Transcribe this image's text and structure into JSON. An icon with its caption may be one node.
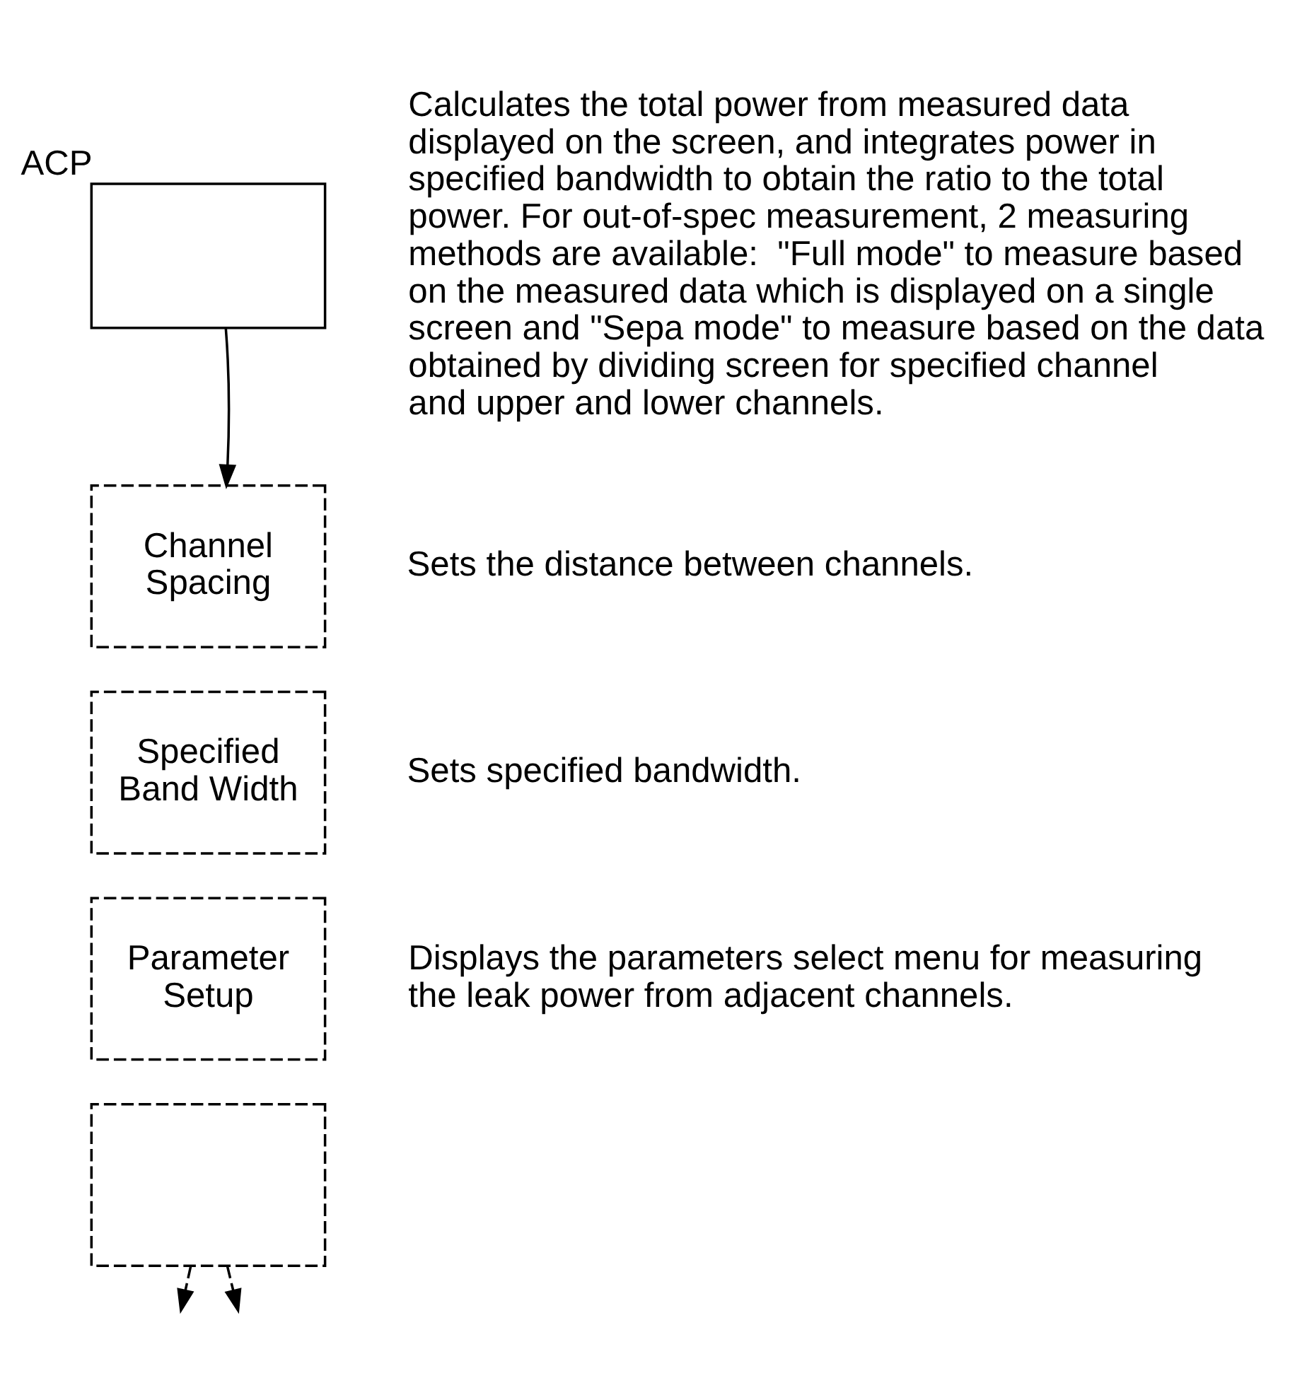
{
  "diagram": {
    "nodes": [
      {
        "text": [
          "ACP"
        ],
        "beside": [
          "Calculates the total power from measured data displayed on the screen, and integrates power in specified bandwidth to obtain the ratio to the total power. For out-of-spec measurement, 2 measuring methods are available:  \"Full mode\" to measure based on the measured data which is displayed on a single screen and \"Sepa mode\" to measure based on the data obtained by dividing screen for specified channel and upper and lower channels."
        ]
      },
      {
        "text": [
          "Channel Spacing"
        ],
        "beside": [
          "Sets the distance between channels."
        ]
      },
      {
        "text": [
          "Specified Band Width"
        ],
        "beside": [
          "Sets specified bandwidth."
        ]
      },
      {
        "text": [
          "Parameter Setup"
        ],
        "beside": [
          "Displays the parameters select menu for measuring the leak power from adjacent channels."
        ]
      },
      {
        "text": [],
        "shape": "box"
      }
    ],
    "edges": [
      {
        "from": 0,
        "to": 1,
        "arrow": "to"
      },
      {
        "from": 4,
        "to": null,
        "arrow": "to",
        "style": "dashed"
      },
      {
        "from": 4,
        "to": null,
        "arrow": "to",
        "style": "dashed"
      }
    ]
  }
}
